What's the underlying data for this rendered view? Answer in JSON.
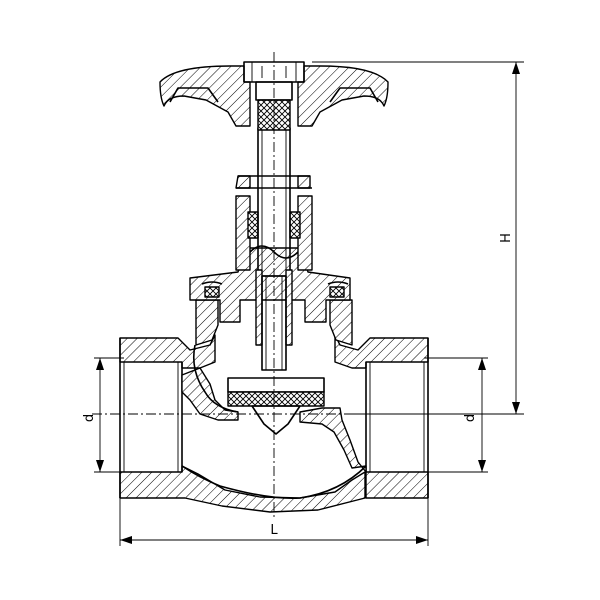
{
  "dimensions": {
    "height_label": "H",
    "length_label": "L",
    "diameter_left_label": "d",
    "diameter_right_label": "d"
  }
}
